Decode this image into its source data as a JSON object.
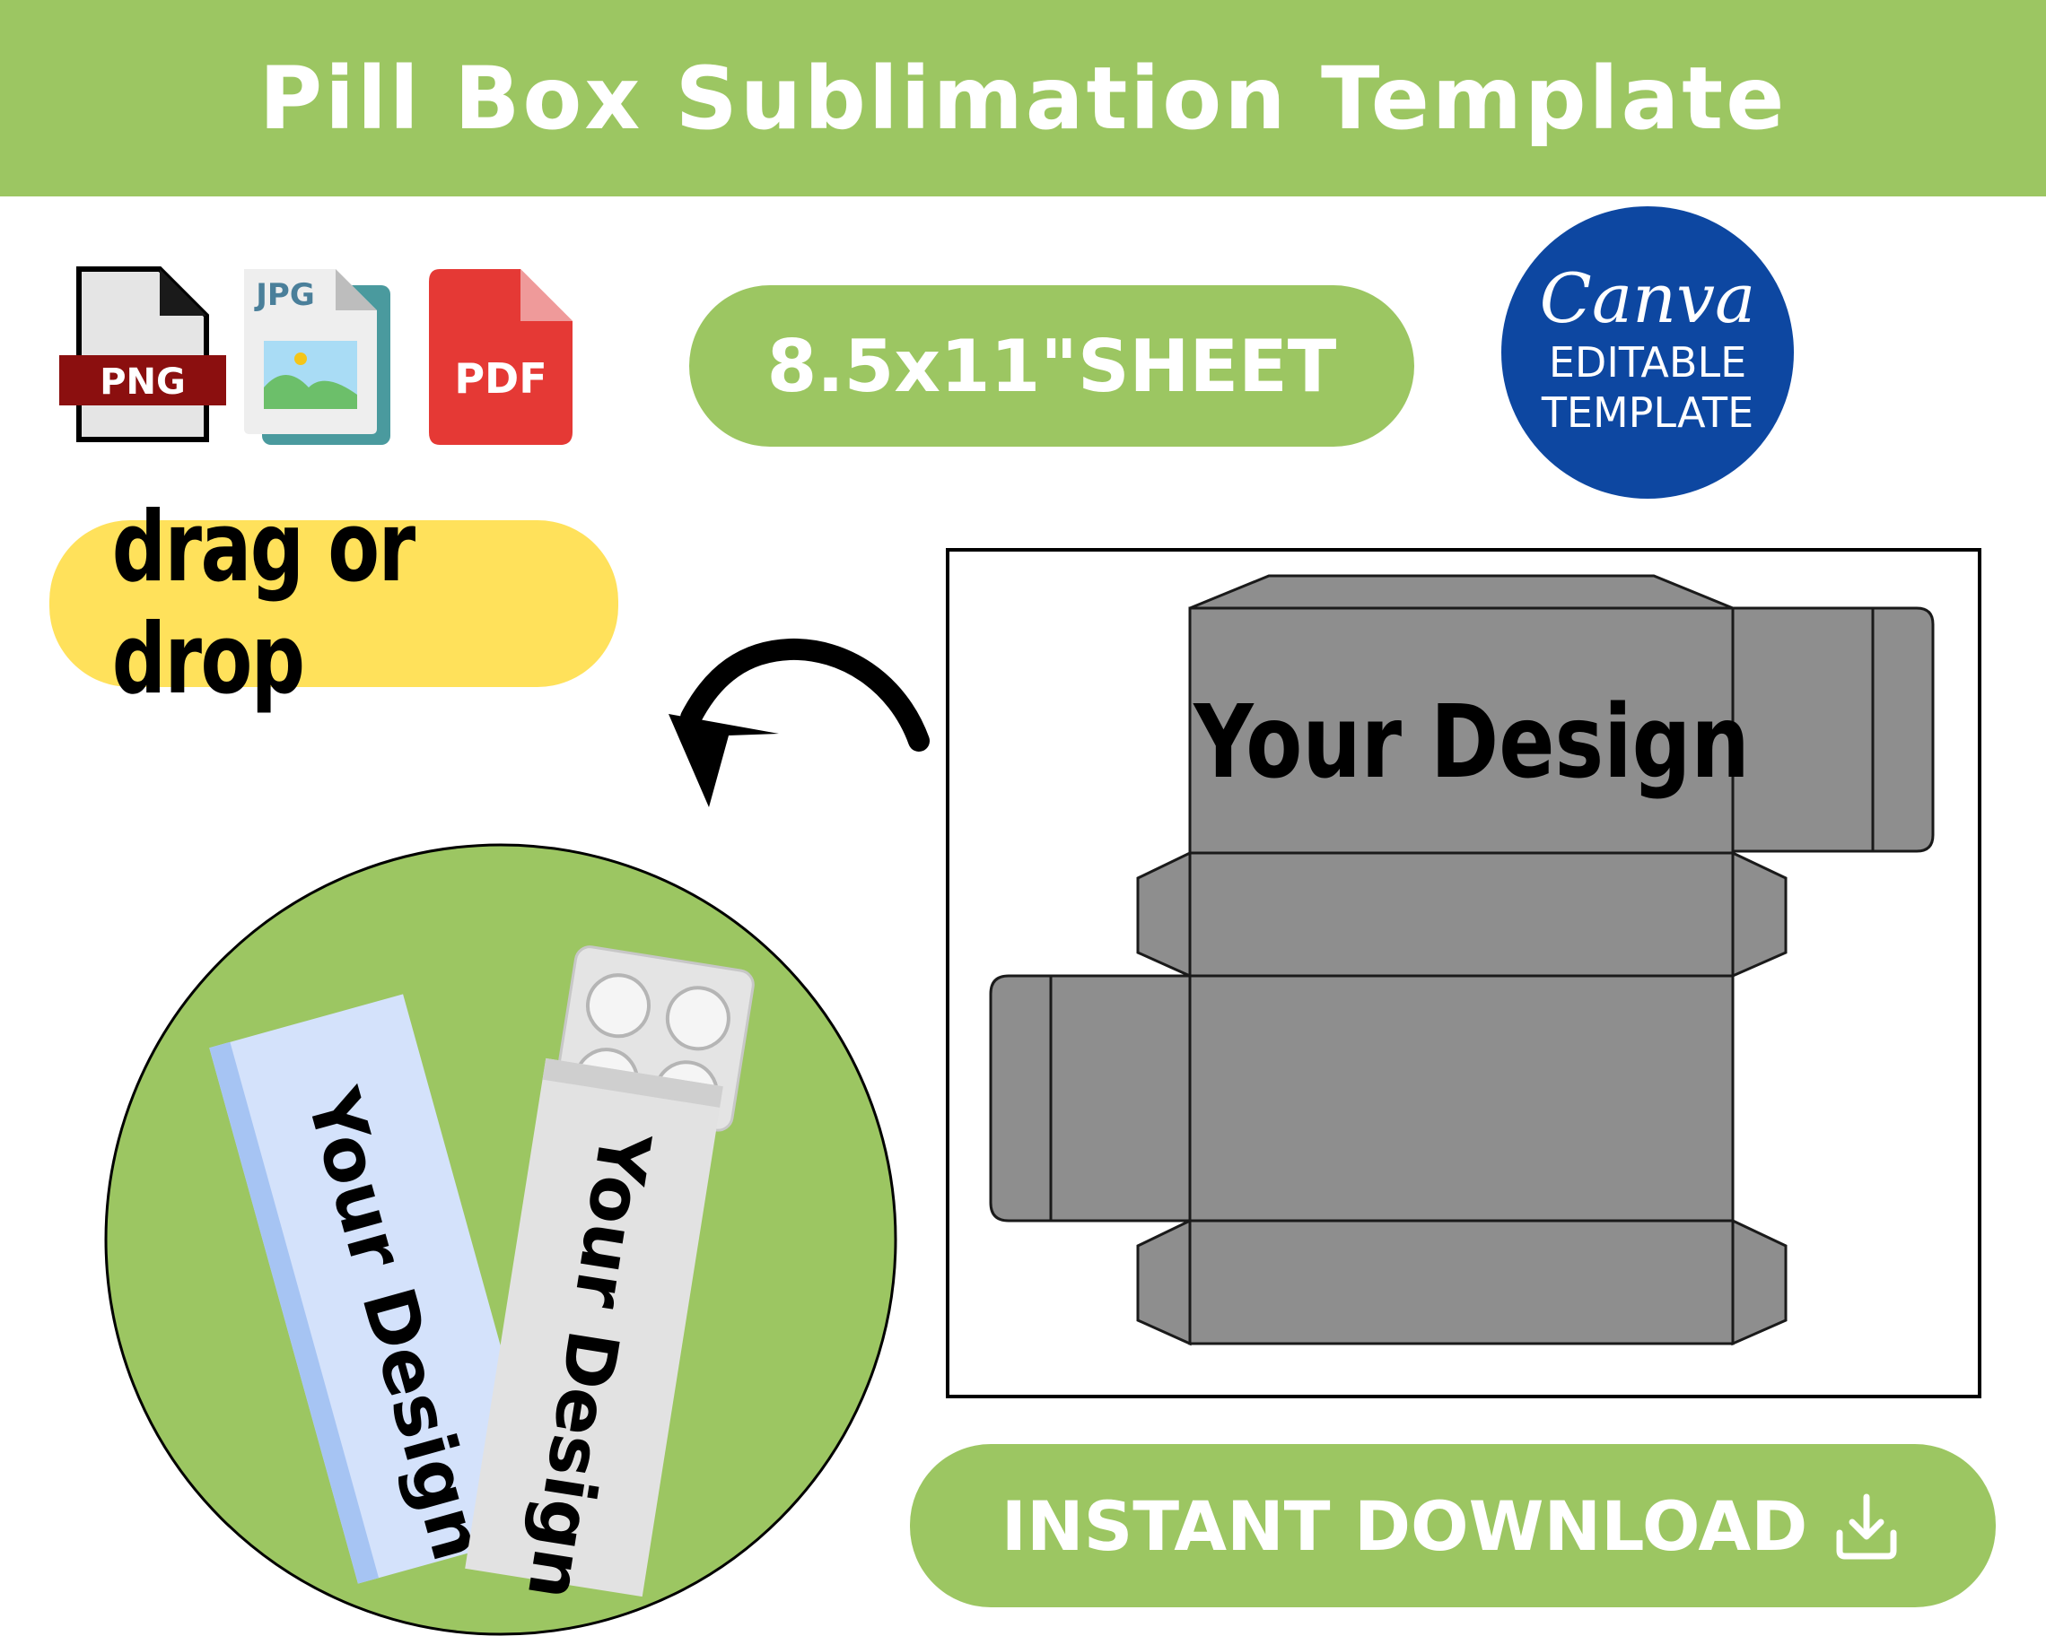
{
  "banner": {
    "title": "Pill Box Sublimation Template"
  },
  "file_icons": [
    {
      "icon": "png-file-icon",
      "label": "PNG"
    },
    {
      "icon": "jpg-file-icon",
      "label": "JPG"
    },
    {
      "icon": "pdf-file-icon",
      "label": "PDF"
    }
  ],
  "sheet_badge": "8.5x11\"SHEET",
  "canva_badge": {
    "logo": "Canva",
    "line1": "EDITABLE",
    "line2": "TEMPLATE"
  },
  "drag_badge": "drag or drop",
  "template_preview": {
    "design_label": "Your Design"
  },
  "mockup": {
    "box1_label": "Your Design",
    "box2_label": "Your Design"
  },
  "download_button": {
    "label": "INSTANT DOWNLOAD",
    "icon": "download-icon"
  },
  "colors": {
    "green": "#9cc662",
    "yellow": "#ffe15b",
    "canva_blue": "#0d47a1",
    "template_gray": "#8e8e8e"
  }
}
